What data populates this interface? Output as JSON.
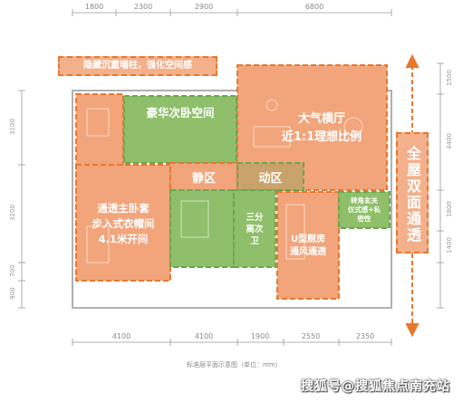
{
  "dimensions_top": [
    "1800",
    "2300",
    "2900",
    "6800"
  ],
  "dimensions_bottom": [
    "4100",
    "4100",
    "1900",
    "2550",
    "2350"
  ],
  "dimensions_left": [
    "3100",
    "3200",
    "700",
    "900"
  ],
  "dimensions_right": [
    "1500",
    "4400",
    "1800",
    "1400"
  ],
  "callout_top": "隐藏沉重墙柱，强化空间感",
  "rooms": {
    "secondary_bedroom": "豪华次卧空间",
    "living_room_line1": "大气横厅",
    "living_room_line2": "近1:1理想比例",
    "quiet_zone": "静区",
    "active_zone": "动区",
    "master_line1": "通透主卧套",
    "master_line2": "步入式衣帽间",
    "master_line3": "4.1米开间",
    "bath_line1": "三分",
    "bath_line2": "离次",
    "bath_line3": "卫",
    "kitchen_line1": "U型厨房",
    "kitchen_line2": "通风通透",
    "foyer_line1": "转角玄关",
    "foyer_line2": "仪式感+私",
    "foyer_line3": "密性"
  },
  "side_callout": "全屋双面通透",
  "caption": "标准层平面示意图（单位：mm）",
  "watermark": "搜狐号@搜狐焦点南充站",
  "colors": {
    "orange_fill": "#f2a47a",
    "orange_border": "#e8772e",
    "green_fill": "#8fbf6a",
    "green_border": "#6aa84f",
    "tan_fill": "#c9a36b"
  }
}
